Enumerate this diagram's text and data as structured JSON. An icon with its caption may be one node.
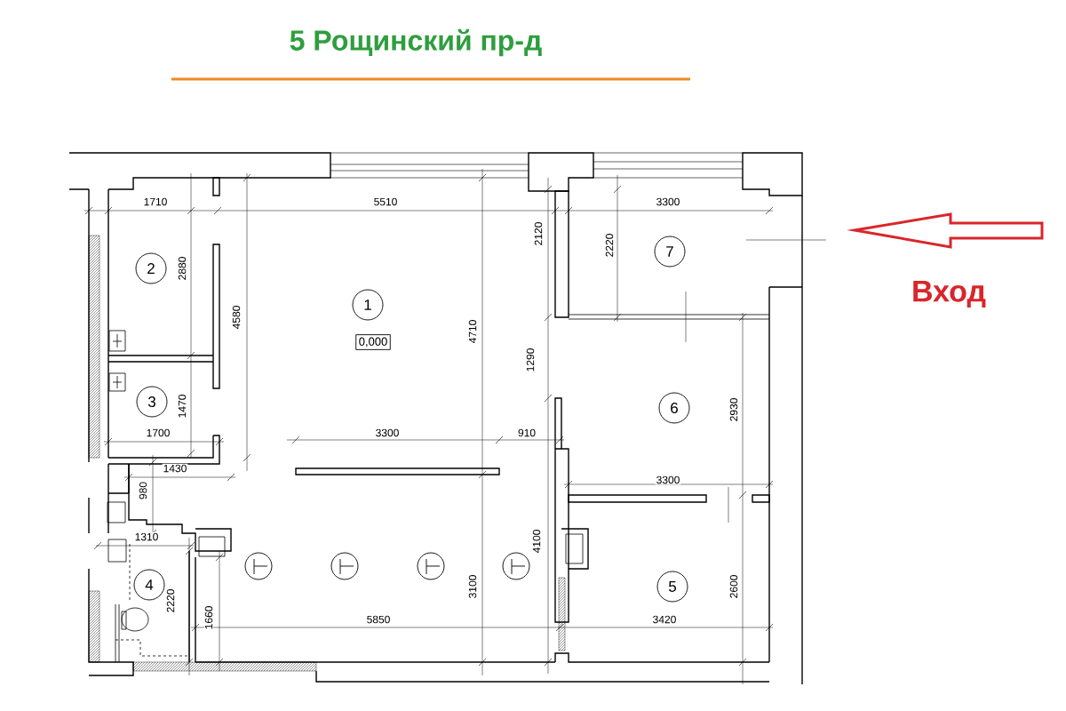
{
  "diagram": {
    "title": "5 Рощинский пр-д",
    "nodes": [
      {
        "text": [
          "7"
        ]
      },
      {
        "text": [
          "2"
        ]
      },
      {
        "text": [
          "1"
        ]
      },
      {
        "text": [
          "0,000"
        ]
      },
      {
        "text": [
          "3"
        ]
      },
      {
        "text": [
          "6"
        ]
      },
      {
        "text": [
          "4"
        ]
      },
      {
        "text": [
          "5"
        ]
      }
    ],
    "labels": [
      "1710",
      "5510",
      "3300",
      "2220",
      "2120",
      "2880",
      "4580",
      "4710",
      "1290",
      "1470",
      "1700",
      "3300",
      "910",
      "2930",
      "1430",
      "980",
      "3300",
      "1310",
      "4100",
      "2220",
      "3100",
      "2600",
      "1660",
      "5850",
      "3420",
      "Вход"
    ]
  }
}
